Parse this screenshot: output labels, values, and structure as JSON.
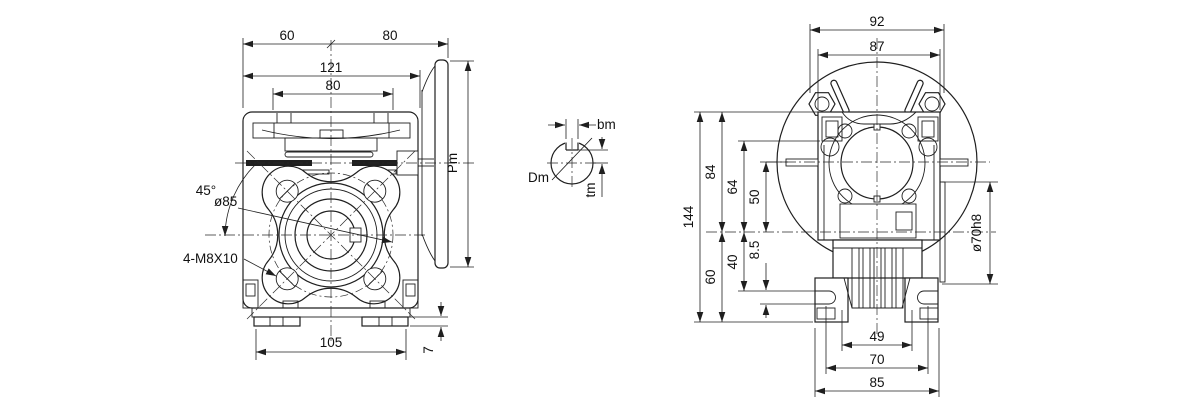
{
  "front_view": {
    "dim_left_edge_to_axis": "60",
    "dim_axis_to_motor_flange": "80",
    "dim_overall_width": "121",
    "dim_top_cover_width": "80",
    "dim_foot_span": "105",
    "dim_foot_pad_height": "7",
    "dim_motor_flange_size": "Pm",
    "label_screw_angle": "45°",
    "label_bolt_circle_dia": "ø85",
    "label_mounting_holes": "4-M8X10"
  },
  "shaft_section": {
    "label_key_width": "bm",
    "label_shaft_dia": "Dm",
    "label_key_depth": "tm"
  },
  "side_view": {
    "dim_width_over_lugs": "92",
    "dim_flange_face_width": "87",
    "dim_overall_height": "144",
    "dim_axis_to_top": "84",
    "dim_axis_to_base": "60",
    "dim_face_to_axis": "64",
    "dim_axis_to_foot_slot": "40",
    "dim_center_distance": "50",
    "dim_foot_slot_height": "8.5",
    "dim_output_boss_dia": "ø70h8",
    "dim_fin_block_width": "49",
    "dim_foot_hole_spacing": "70",
    "dim_base_depth": "85"
  }
}
